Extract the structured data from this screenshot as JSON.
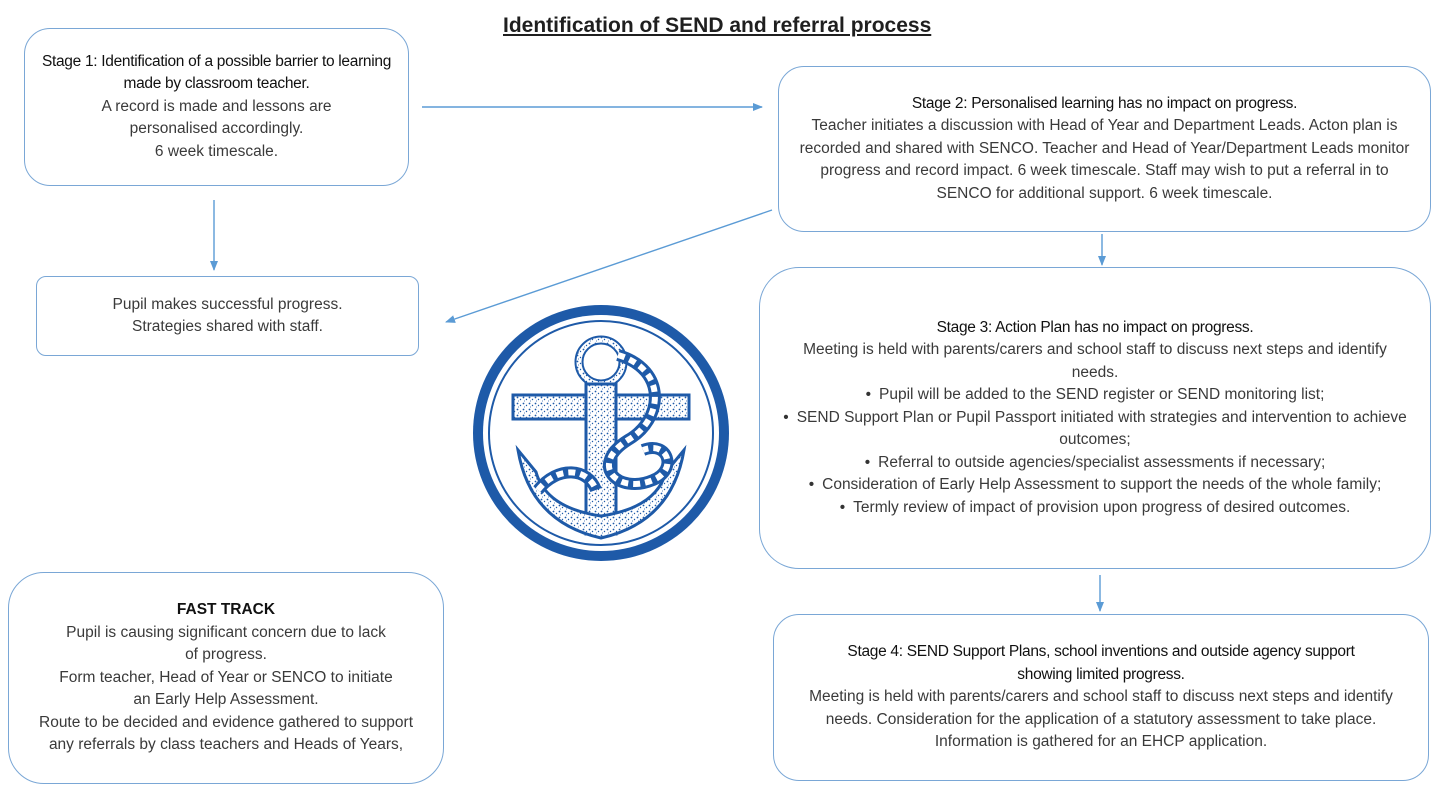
{
  "title": "Identification of SEND and referral process",
  "colors": {
    "box_border": "#7aa7d6",
    "arrow": "#5b9bd5",
    "logo_blue": "#1e5aa8"
  },
  "stage1": {
    "heading": "Stage 1: Identification of a possible barrier to learning made by classroom teacher.",
    "lines": [
      "A record is made and lessons are personalised accordingly.",
      "6 week timescale."
    ]
  },
  "stage2": {
    "heading": "Stage 2: Personalised learning has no impact on progress.",
    "body": "Teacher initiates a discussion with Head of Year and Department Leads. Acton plan is recorded and shared with SENCO. Teacher and Head of Year/Department Leads monitor progress and record impact. 6 week timescale. Staff may wish to put a referral in to SENCO for additional support. 6 week timescale."
  },
  "success": {
    "lines": [
      "Pupil makes successful progress.",
      "Strategies shared with staff."
    ]
  },
  "stage3": {
    "heading": "Stage 3: Action Plan has no impact on progress.",
    "body": "Meeting is held with parents/carers and school staff to discuss next steps and identify needs.",
    "bullets": [
      "Pupil will be added to the SEND register or SEND monitoring list;",
      "SEND Support Plan or Pupil Passport initiated with strategies and intervention to achieve outcomes;",
      "Referral to outside agencies/specialist assessments  if necessary;",
      "Consideration of Early Help Assessment to support the needs of the whole family;",
      "Termly review of impact of provision upon progress of desired outcomes."
    ]
  },
  "fast_track": {
    "heading": "FAST TRACK",
    "lines": [
      "Pupil is causing significant concern due to lack of progress.",
      "Form teacher, Head of Year or SENCO to initiate an Early Help Assessment.",
      "Route to be decided and evidence gathered to support any referrals by class teachers and Heads of Years,"
    ]
  },
  "stage4": {
    "heading": "Stage 4: SEND Support Plans, school inventions and outside agency support showing limited progress.",
    "body": "Meeting is held with parents/carers and school staff to discuss next steps and identify needs. Consideration for the application of a statutory assessment to take place. Information is gathered for an EHCP application."
  },
  "logo": {
    "icon": "anchor-icon"
  }
}
